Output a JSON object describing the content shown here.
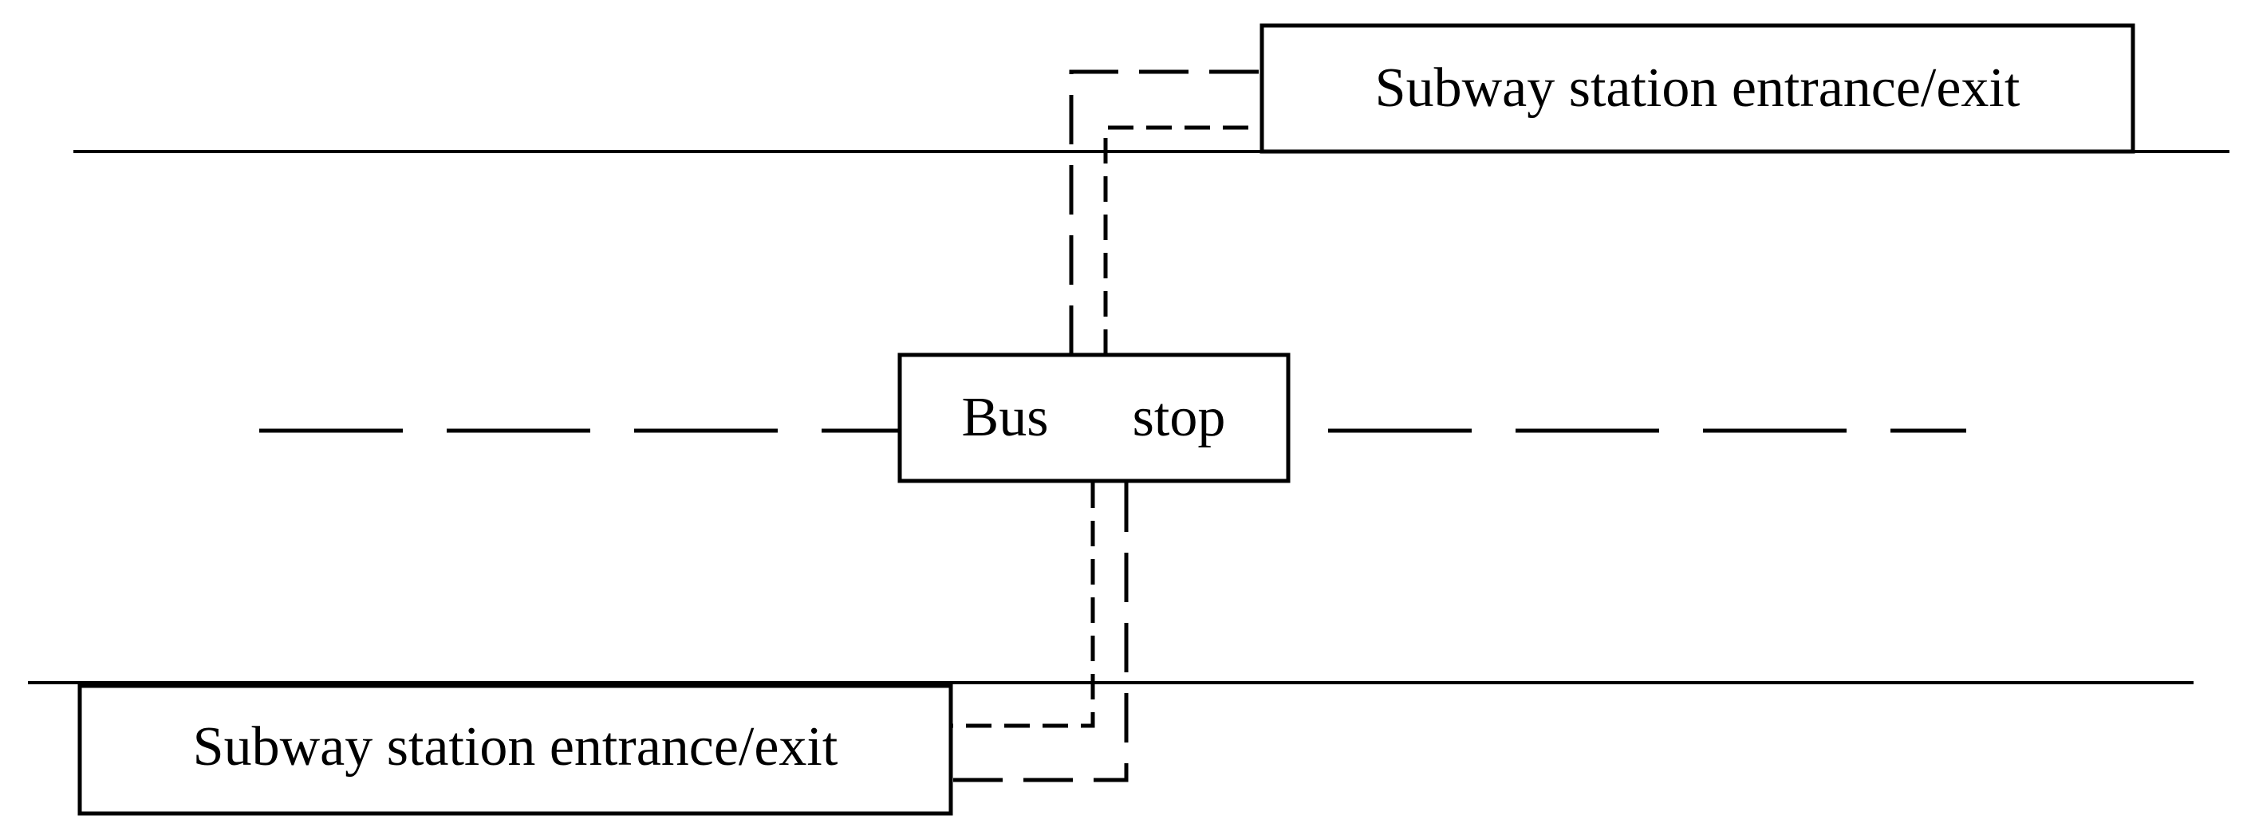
{
  "labels": {
    "subway_top": "Subway station entrance/exit",
    "subway_bottom": "Subway station entrance/exit",
    "bus_word": "Bus",
    "stop_word": "stop"
  },
  "colors": {
    "stroke": "#000000",
    "background": "#ffffff"
  }
}
